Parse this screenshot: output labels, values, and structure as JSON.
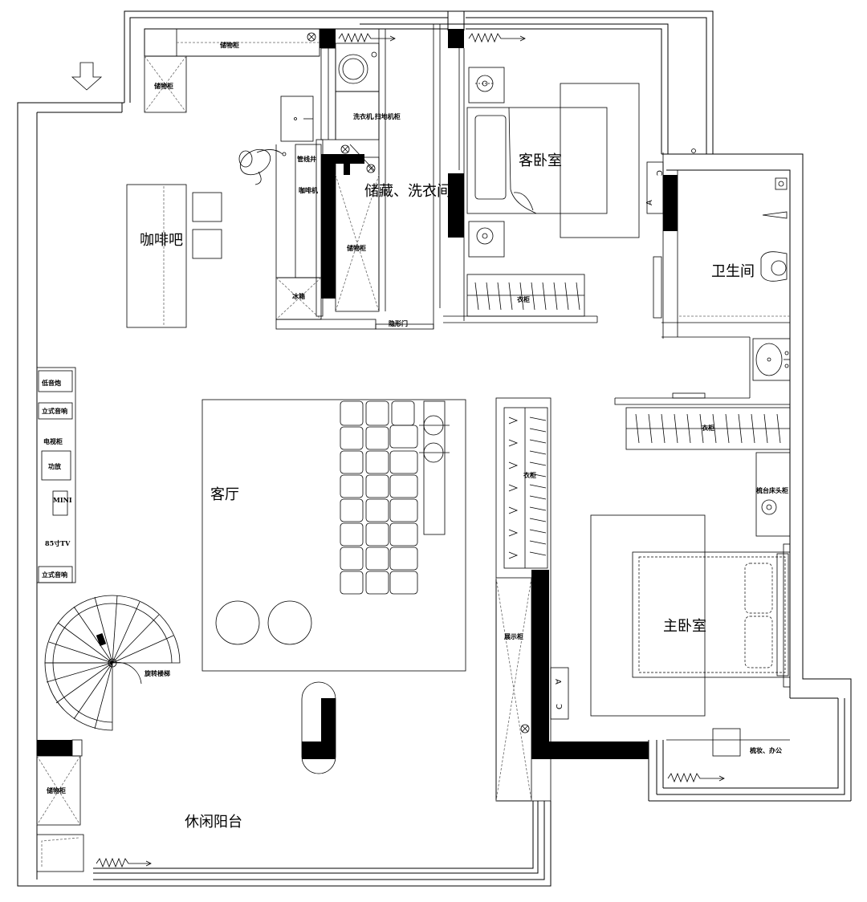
{
  "rooms": {
    "coffee_bar": "咖啡吧",
    "storage_laundry": "储藏、洗衣间",
    "guest_bedroom": "客卧室",
    "bathroom": "卫生间",
    "living_room": "客厅",
    "master_bedroom": "主卧室",
    "leisure_balcony": "休闲阳台"
  },
  "labels": {
    "storage_cabinet_top": "储物柜",
    "storage_cabinet_left": "储物柜",
    "washer_cabinet": "洗衣机,扫地机柜",
    "pipe_well": "管线井",
    "coffee_machine": "咖啡机",
    "storage_cabinet_mid": "储物柜",
    "fridge": "冰箱",
    "hidden_door": "隐形门",
    "wardrobe_guest": "衣柜",
    "low_speaker": "低音炮",
    "floor_speaker_top": "立式音响",
    "tv_cabinet": "电视柜",
    "amplifier": "功放",
    "mini": "MINI",
    "tv": "85寸TV",
    "floor_speaker_bottom": "立式音响",
    "spiral_stair": "旋转楼梯",
    "storage_cabinet_bottom": "储物柜",
    "wardrobe_master_side": "衣柜",
    "wardrobe_master": "衣柜",
    "dresser_nightstand": "梳台床头柜",
    "display_cabinet": "展示柜",
    "makeup_office": "梳妆、办公",
    "mark_a_1": "A",
    "mark_c_1": "C",
    "mark_a_2": "A",
    "mark_c_2": "C"
  }
}
